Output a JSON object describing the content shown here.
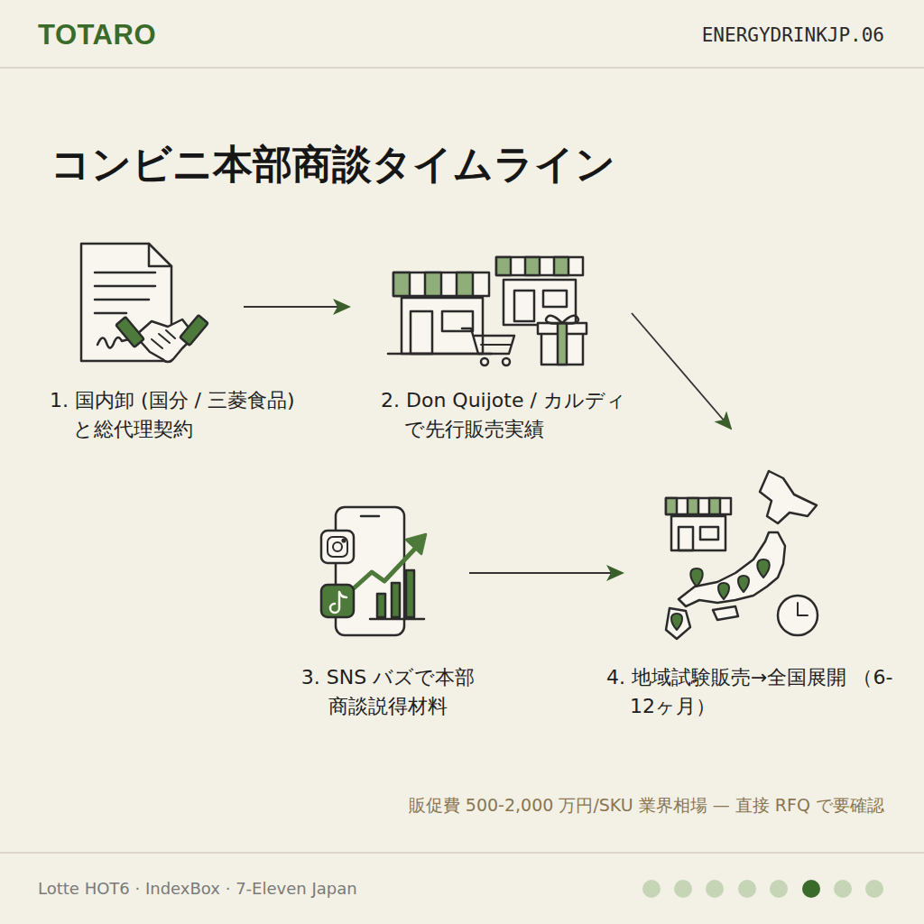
{
  "diagram": {
    "title": "コンビニ本部商談タイムライン",
    "nodes": [
      {
        "text": [
          "1. 国内卸 (国分 / 三菱食品) と総代理契約"
        ]
      },
      {
        "text": [
          "2. Don Quijote / カルディ で先行販売実績"
        ]
      },
      {
        "text": [
          "3. SNS バズで本部 商談説得材料"
        ]
      },
      {
        "text": [
          "4. 地域試験販売→全国展開 （6-12ヶ月）"
        ]
      }
    ],
    "edges": [
      {
        "from": 0,
        "to": 1,
        "arrow": "to"
      },
      {
        "from": 1,
        "to": 3,
        "arrow": "to"
      },
      {
        "from": 2,
        "to": 3,
        "arrow": "to"
      }
    ],
    "labels": [
      "TOTARO",
      "ENERGYDRINKJP.06",
      "販促費 500-2,000 万円/SKU 業界相場 — 直接 RFQ で要確認",
      "Lotte HOT6 · IndexBox · 7-Eleven Japan"
    ]
  }
}
